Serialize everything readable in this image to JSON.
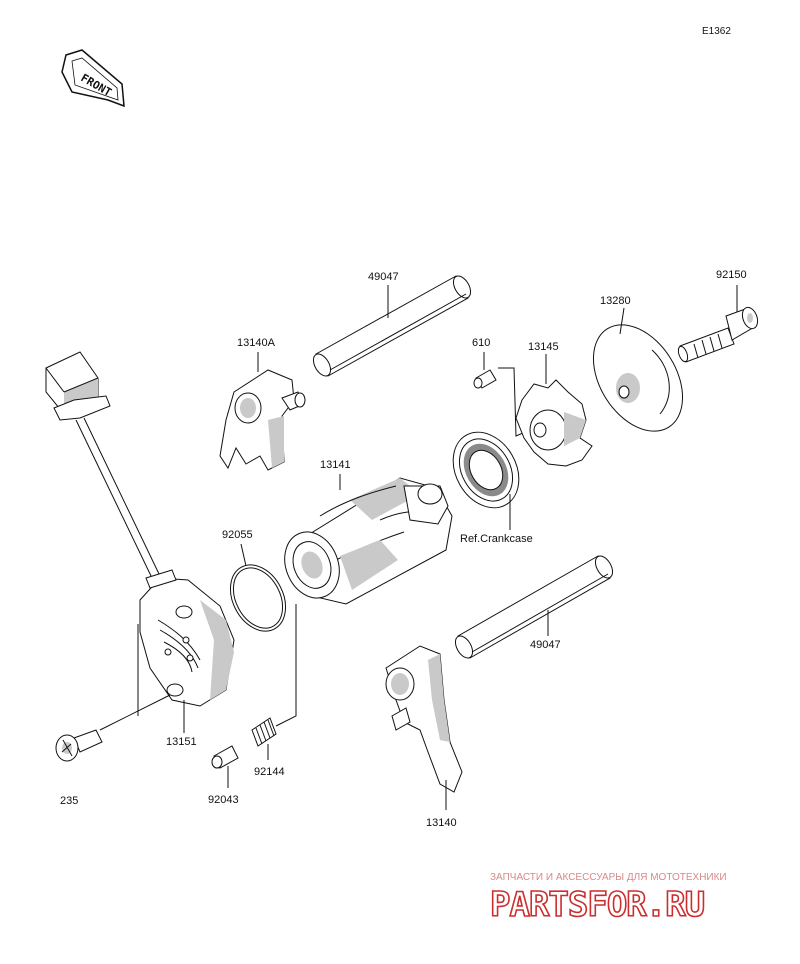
{
  "diagram_code": "E1362",
  "front_label": "FRONT",
  "parts": {
    "p13140A": "13140A",
    "p49047_top": "49047",
    "p92150": "92150",
    "p13280": "13280",
    "p610": "610",
    "p13145": "13145",
    "p13141": "13141",
    "p92055": "92055",
    "ref_crankcase": "Ref.Crankcase",
    "p49047_bottom": "49047",
    "p13151": "13151",
    "p235": "235",
    "p92144": "92144",
    "p92043": "92043",
    "p13140": "13140"
  },
  "watermark": {
    "tagline": "ЗАПЧАСТИ И АКСЕССУАРЫ ДЛЯ МОТОТЕХНИКИ",
    "brand": "PARTSFOR.RU",
    "color": "#cc2e2e"
  }
}
